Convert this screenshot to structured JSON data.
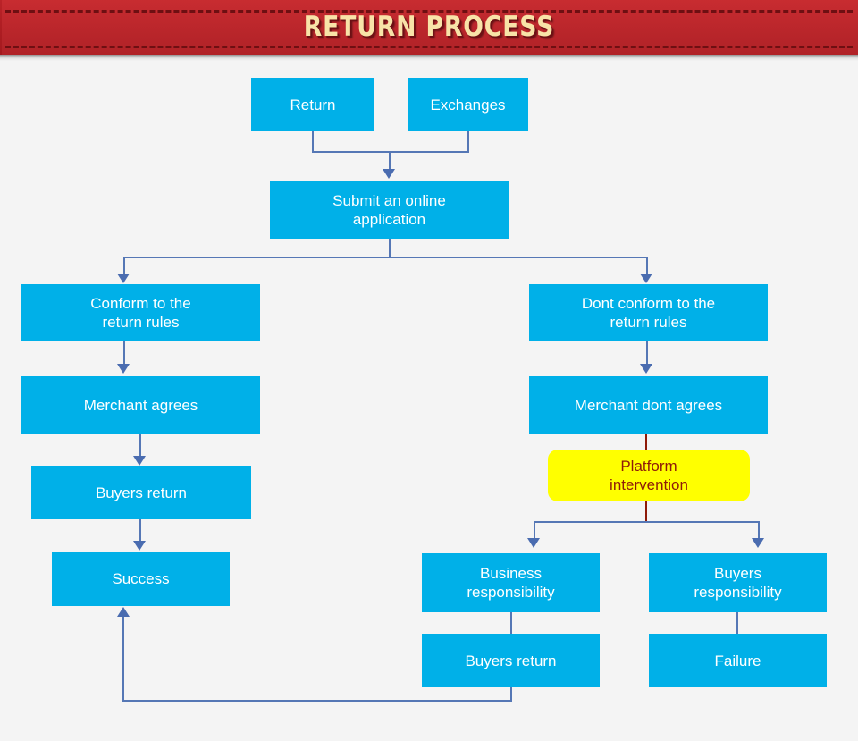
{
  "header": {
    "title": "RETURN PROCESS",
    "banner_color": "#bf2026",
    "title_color": "#f8e3a8",
    "stitch_color": "#6e0f12"
  },
  "theme": {
    "background": "#f4f4f4",
    "node_fill": "#00b0e8",
    "node_text": "#ffffff",
    "accent_fill": "#ffff00",
    "accent_text": "#8e1a09",
    "connector": "#5577b5",
    "connector_accent": "#8e1a09"
  },
  "chart_data": {
    "type": "diagram",
    "title": "RETURN PROCESS",
    "nodes": [
      {
        "id": "return",
        "label": "Return",
        "kind": "process"
      },
      {
        "id": "exchanges",
        "label": "Exchanges",
        "kind": "process"
      },
      {
        "id": "submit",
        "label": "Submit an online\napplication",
        "kind": "process"
      },
      {
        "id": "conform",
        "label": "Conform to the\nreturn rules",
        "kind": "process"
      },
      {
        "id": "not_conform",
        "label": "Dont conform to the\nreturn rules",
        "kind": "process"
      },
      {
        "id": "merchant_ok",
        "label": "Merchant agrees",
        "kind": "process"
      },
      {
        "id": "merchant_no",
        "label": "Merchant dont agrees",
        "kind": "process"
      },
      {
        "id": "platform",
        "label": "Platform\nintervention",
        "kind": "accent"
      },
      {
        "id": "buyers_return_left",
        "label": "Buyers return",
        "kind": "process"
      },
      {
        "id": "success",
        "label": "Success",
        "kind": "process"
      },
      {
        "id": "business_resp",
        "label": "Business\nresponsibility",
        "kind": "process"
      },
      {
        "id": "buyers_resp",
        "label": "Buyers\nresponsibility",
        "kind": "process"
      },
      {
        "id": "buyers_return_right",
        "label": "Buyers return",
        "kind": "process"
      },
      {
        "id": "failure",
        "label": "Failure",
        "kind": "process"
      }
    ],
    "edges": [
      {
        "from": "return",
        "to": "submit"
      },
      {
        "from": "exchanges",
        "to": "submit"
      },
      {
        "from": "submit",
        "to": "conform"
      },
      {
        "from": "submit",
        "to": "not_conform"
      },
      {
        "from": "conform",
        "to": "merchant_ok"
      },
      {
        "from": "merchant_ok",
        "to": "buyers_return_left"
      },
      {
        "from": "buyers_return_left",
        "to": "success"
      },
      {
        "from": "not_conform",
        "to": "merchant_no"
      },
      {
        "from": "merchant_no",
        "to": "platform"
      },
      {
        "from": "platform",
        "to": "business_resp"
      },
      {
        "from": "platform",
        "to": "buyers_resp"
      },
      {
        "from": "business_resp",
        "to": "buyers_return_right"
      },
      {
        "from": "buyers_resp",
        "to": "failure"
      },
      {
        "from": "buyers_return_right",
        "to": "success"
      }
    ]
  }
}
